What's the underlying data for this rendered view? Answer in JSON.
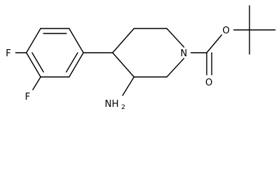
{
  "molecule": {
    "atoms": {
      "fluorine_top": "F",
      "fluorine_bottom": "F",
      "ring_nitrogen": "N",
      "carbonyl_oxygen": "O",
      "ester_oxygen": "O",
      "amine_main": "NH",
      "amine_subscript": "2"
    }
  }
}
